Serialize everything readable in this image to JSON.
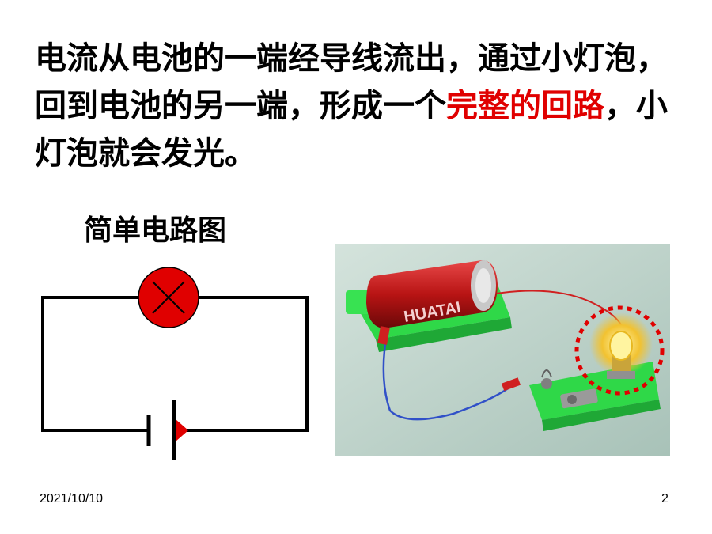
{
  "slide": {
    "paragraph": {
      "part1": "电流从电池的一端经导线流出，通过小灯泡，回到电池的另一端，形成一个",
      "highlight": "完整的回路",
      "part2": "，小灯泡就会发光。"
    },
    "diagram_title": "简单电路图",
    "battery_label": "HUATAI",
    "footer": {
      "date": "2021/10/10",
      "page": "2"
    }
  },
  "colors": {
    "text": "#000000",
    "highlight": "#e00000",
    "lamp": "#e00000",
    "photo_background": "#bcd2c8",
    "battery_holder": "#33e04a",
    "battery_body": "#c41a1a",
    "marker_circle": "#e00000"
  },
  "icons": {
    "lamp_symbol": "circle-cross-icon",
    "battery_symbol": "battery-cell-icon"
  }
}
